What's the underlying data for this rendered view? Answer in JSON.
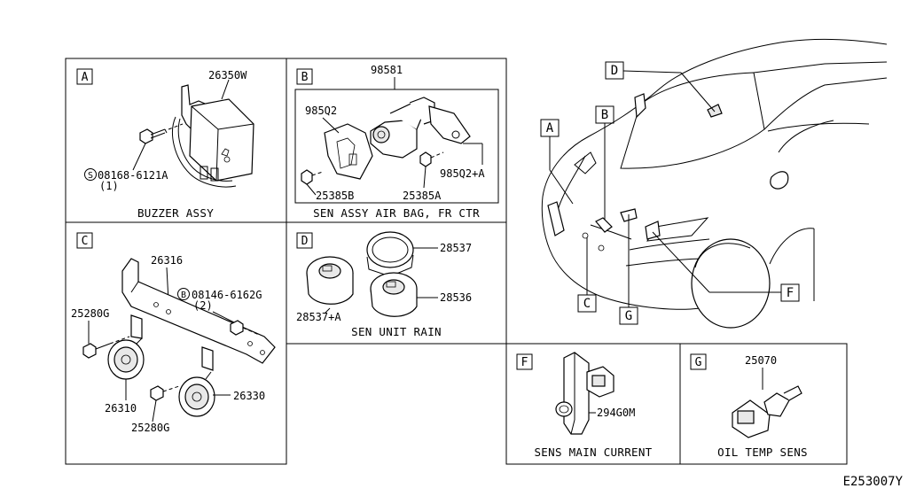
{
  "panels": {
    "A": {
      "letter": "A",
      "caption": "BUZZER ASSY",
      "parts": {
        "buzzer": "26350W",
        "screw": "08168-6121A",
        "screw_qty": "(1)",
        "screw_prefix": "S"
      }
    },
    "B": {
      "letter": "B",
      "caption": "SEN ASSY AIR BAG, FR CTR",
      "parts": {
        "assembly": "98581",
        "bracket_left": "985Q2",
        "bracket_right": "985Q2+A",
        "bolt_left": "25385B",
        "bolt_right": "25385A"
      }
    },
    "C": {
      "letter": "C",
      "caption": "",
      "parts": {
        "bracket": "26316",
        "bolt_spec": "08146-6162G",
        "bolt_qty": "(2)",
        "bolt_prefix": "B",
        "bolt_left": "25280G",
        "horn_low": "26310",
        "bolt_bottom": "25280G",
        "horn_high": "26330"
      }
    },
    "D": {
      "letter": "D",
      "caption": "SEN UNIT RAIN",
      "parts": {
        "ring": "28537",
        "sensor_top": "28536",
        "sensor_kit": "28537+A"
      }
    },
    "F": {
      "letter": "F",
      "caption": "SENS MAIN CURRENT",
      "parts": {
        "sensor": "294G0M"
      }
    },
    "G": {
      "letter": "G",
      "caption": "OIL TEMP SENS",
      "parts": {
        "sensor": "25070"
      }
    }
  },
  "overview": {
    "callouts": [
      "A",
      "B",
      "C",
      "D",
      "F",
      "G"
    ]
  },
  "diagram_id": "E253007Y"
}
